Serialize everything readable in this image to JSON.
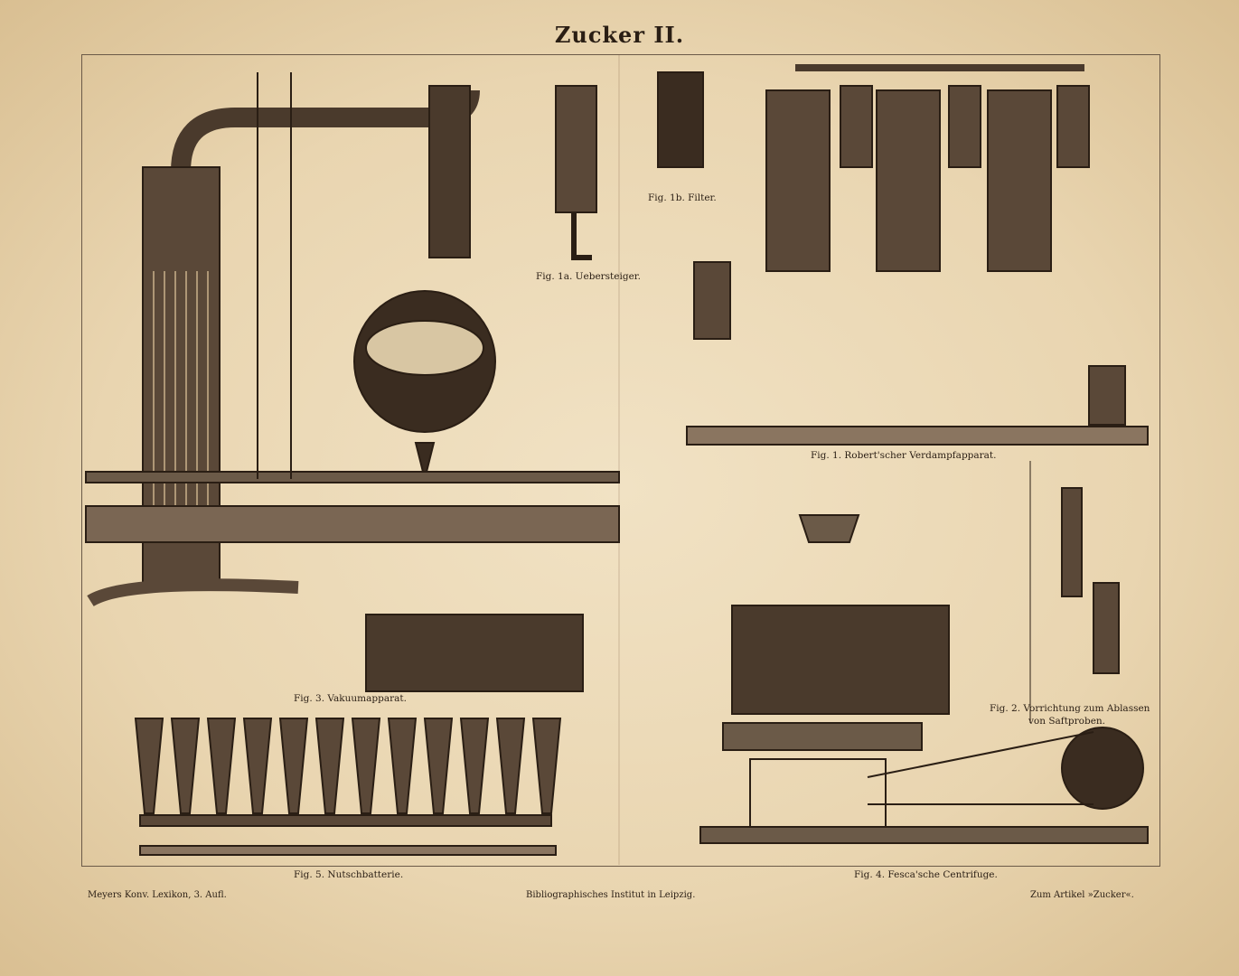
{
  "title": "Zucker II.",
  "captions": {
    "fig1a": "Fig. 1a. Uebersteiger.",
    "fig1b": "Fig. 1b. Filter.",
    "fig1": "Fig. 1.  Robert'scher Verdampfapparat.",
    "fig2_line1": "Fig. 2.  Vorrichtung zum Ablassen",
    "fig2_line2": "von Saftproben.",
    "fig3": "Fig. 3.  Vakuumapparat.",
    "fig4": "Fig. 4.  Fesca'sche Centrifuge.",
    "fig5": "Fig. 5.  Nutschbatterie."
  },
  "footer": {
    "left": "Meyers Konv. Lexikon, 3. Aufl.",
    "center": "Bibliographisches Institut in Leipzig.",
    "right": "Zum Artikel »Zucker«."
  },
  "colors": {
    "ink": "#2a1e14",
    "paper": "#eedcb9"
  }
}
